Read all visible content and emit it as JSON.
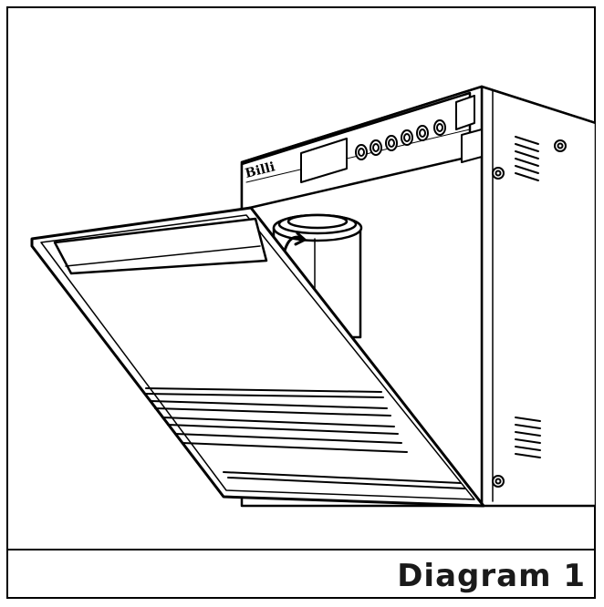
{
  "illustration": {
    "brand_label": "Billi",
    "subject": "wall-mounted-unit-with-open-front-cover-and-filter-cartridge"
  },
  "caption": {
    "text": "Diagram 1"
  },
  "colors": {
    "line": "#000000",
    "fill": "#ffffff",
    "caption": "#1a1a1a"
  }
}
